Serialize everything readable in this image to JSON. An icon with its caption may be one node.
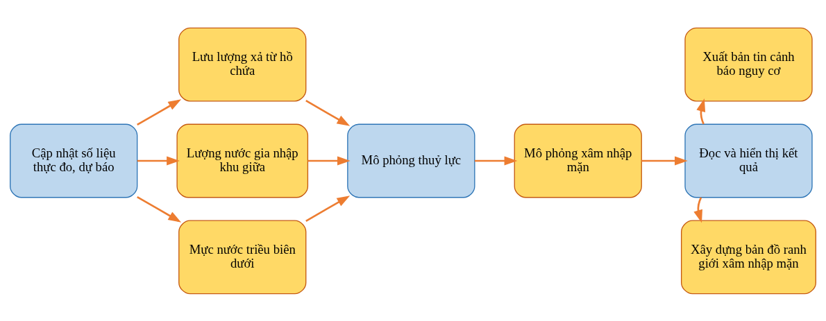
{
  "diagram": {
    "nodes": [
      {
        "text": [
          "Cập nhật số liệu thực đo, dự báo"
        ]
      },
      {
        "text": [
          "Lưu lượng xả từ hồ chứa"
        ]
      },
      {
        "text": [
          "Lượng nước gia nhập khu giữa"
        ]
      },
      {
        "text": [
          "Mực nước triều biên dưới"
        ]
      },
      {
        "text": [
          "Mô phỏng thuỷ lực"
        ]
      },
      {
        "text": [
          "Mô phỏng xâm nhập mặn"
        ]
      },
      {
        "text": [
          "Đọc và hiển thị kết quả"
        ]
      },
      {
        "text": [
          "Xuất bản tin cảnh báo nguy cơ"
        ]
      },
      {
        "text": [
          "Xây dựng bản đồ ranh giới xâm nhập mặn"
        ]
      }
    ],
    "edges": [
      {
        "from": 0,
        "to": 1,
        "arrow": "to"
      },
      {
        "from": 0,
        "to": 2,
        "arrow": "to"
      },
      {
        "from": 0,
        "to": 3,
        "arrow": "to"
      },
      {
        "from": 1,
        "to": 4,
        "arrow": "to"
      },
      {
        "from": 2,
        "to": 4,
        "arrow": "to"
      },
      {
        "from": 3,
        "to": 4,
        "arrow": "to"
      },
      {
        "from": 4,
        "to": 5,
        "arrow": "to"
      },
      {
        "from": 5,
        "to": 6,
        "arrow": "to"
      },
      {
        "from": 6,
        "to": 7,
        "arrow": "to"
      },
      {
        "from": 6,
        "to": 8,
        "arrow": "to"
      }
    ]
  }
}
